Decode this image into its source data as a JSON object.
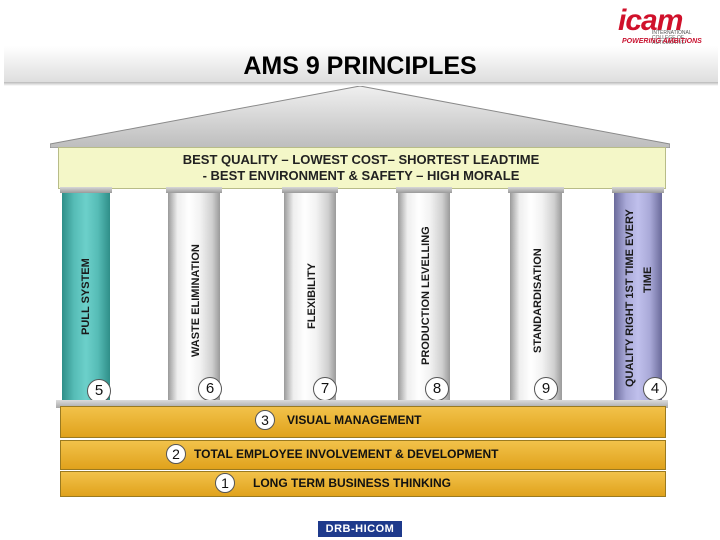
{
  "logo": {
    "name": "icam",
    "tagline_small": "INTERNATIONAL COLLEGE OF AUTOMOTIVE",
    "tagline": "POWERING AMBITIONS"
  },
  "title": "AMS 9 PRINCIPLES",
  "banner": {
    "line1": "BEST QUALITY – LOWEST COST– SHORTEST LEADTIME",
    "line2": "- BEST ENVIRONMENT & SAFETY – HIGH MORALE"
  },
  "pillars": [
    {
      "number": "5",
      "label": "PULL SYSTEM"
    },
    {
      "number": "6",
      "label": "WASTE ELIMINATION"
    },
    {
      "number": "7",
      "label": "FLEXIBILITY"
    },
    {
      "number": "8",
      "label": "PRODUCTION LEVELLING"
    },
    {
      "number": "9",
      "label": "STANDARDISATION"
    },
    {
      "number": "4",
      "label_line1": "QUALITY RIGHT 1ST TIME EVERY",
      "label_line2": "TIME"
    }
  ],
  "foundation": [
    {
      "number": "3",
      "label": "VISUAL MANAGEMENT"
    },
    {
      "number": "2",
      "label": "TOTAL EMPLOYEE INVOLVEMENT & DEVELOPMENT"
    },
    {
      "number": "1",
      "label": "LONG TERM BUSINESS THINKING"
    }
  ],
  "footer_logo": "DRB-HICOM",
  "colors": {
    "teal_pillar": "#56bcb6",
    "purple_pillar": "#a9a9d8",
    "foundation": "#f2c24a",
    "banner": "#f4f7c8",
    "footer_logo_bg": "#1e3a8c"
  }
}
